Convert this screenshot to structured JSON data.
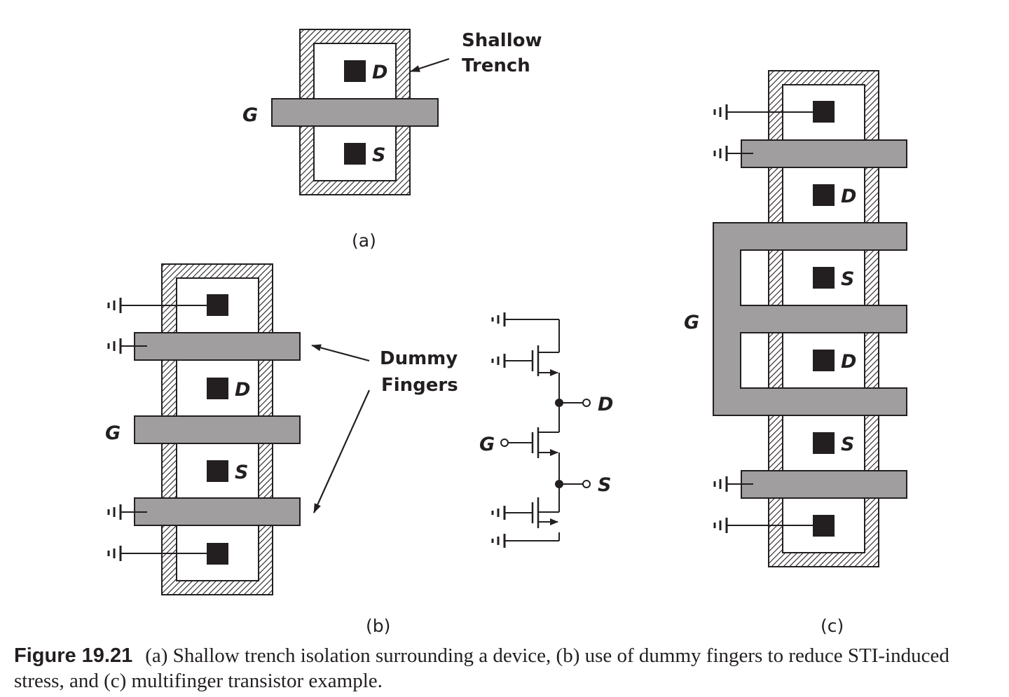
{
  "colors": {
    "ink": "#231f20",
    "poly": "#a09e9f",
    "hatch": "#231f20",
    "background": "#ffffff"
  },
  "panel_a": {
    "sublabel": "(a)",
    "drain_label": "D",
    "source_label": "S",
    "gate_label": "G",
    "trench_note_line1": "Shallow",
    "trench_note_line2": "Trench"
  },
  "panel_b": {
    "sublabel": "(b)",
    "drain_label": "D",
    "source_label": "S",
    "gate_label": "G",
    "dummy_note_line1": "Dummy",
    "dummy_note_line2": "Fingers"
  },
  "schematic": {
    "drain_label": "D",
    "gate_label": "G",
    "source_label": "S"
  },
  "panel_c": {
    "sublabel": "(c)",
    "gate_label": "G",
    "labels": [
      "D",
      "S",
      "D",
      "S"
    ]
  },
  "caption": {
    "figure_number": "Figure 19.21",
    "text": "(a) Shallow trench isolation surrounding a device, (b) use of dummy fingers to reduce STI-induced stress, and (c) multifinger transistor example."
  }
}
